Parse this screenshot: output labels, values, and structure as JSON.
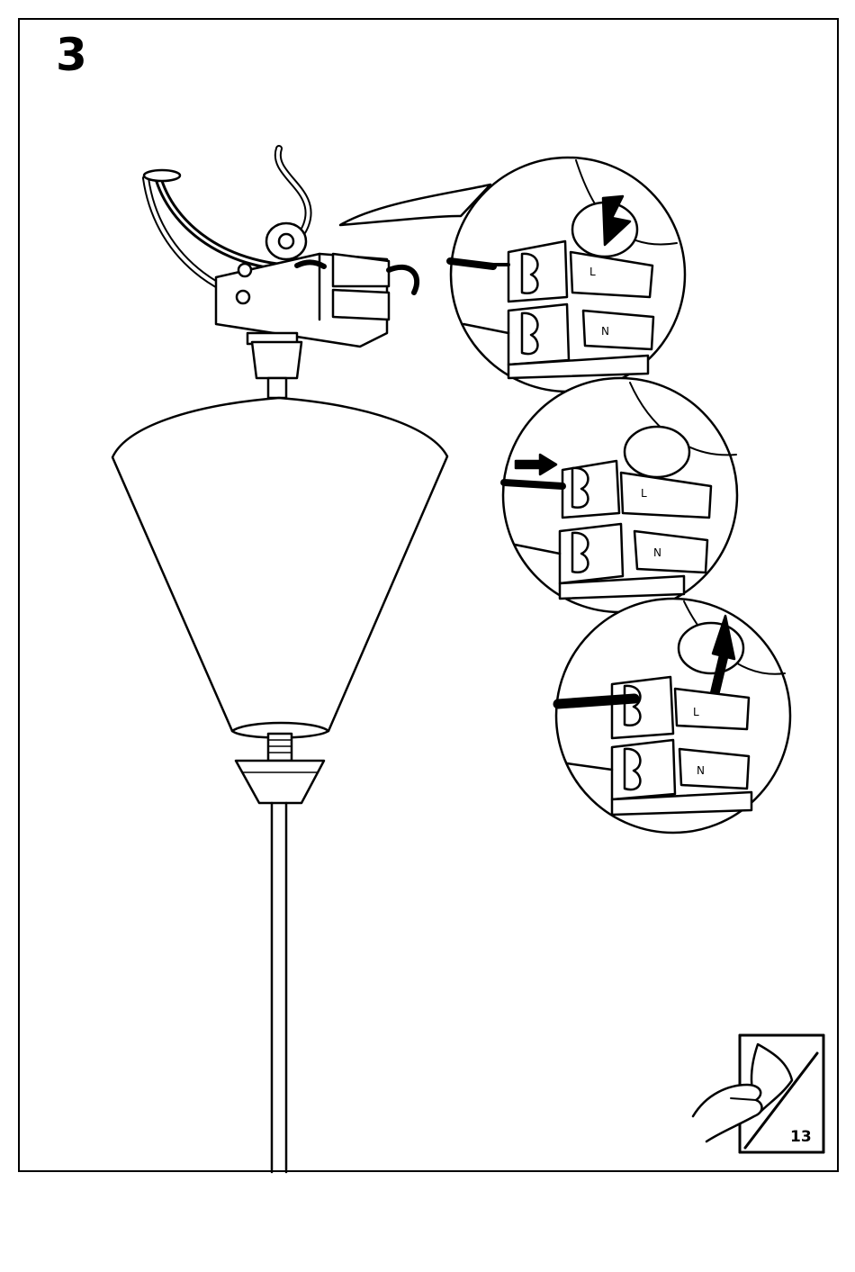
{
  "step": {
    "number": "3"
  },
  "page_turn": {
    "page_number": "13"
  },
  "callouts": [
    {
      "terminal_l": "L",
      "terminal_n": "N"
    },
    {
      "terminal_l": "L",
      "terminal_n": "N"
    },
    {
      "terminal_l": "L",
      "terminal_n": "N"
    }
  ],
  "colors": {
    "ink": "#000000",
    "paper": "#ffffff"
  }
}
